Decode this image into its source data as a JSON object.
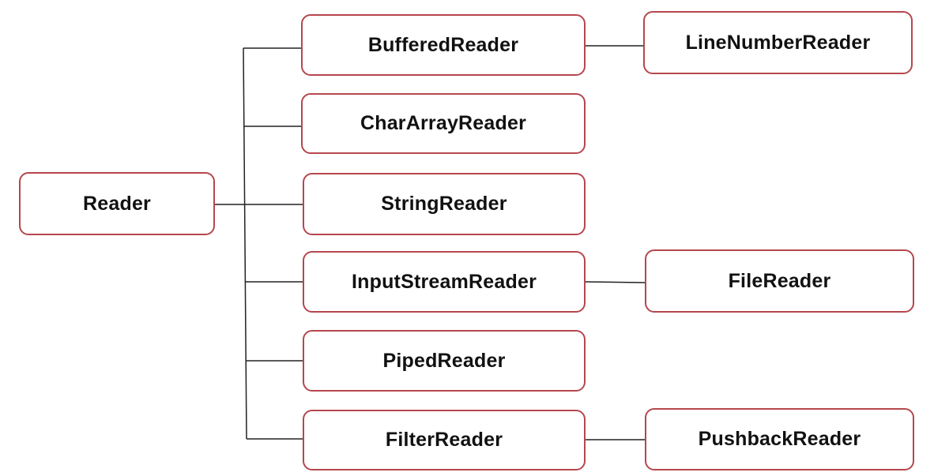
{
  "diagram": {
    "root": {
      "label": "Reader"
    },
    "children": [
      {
        "label": "BufferedReader",
        "child": {
          "label": "LineNumberReader"
        }
      },
      {
        "label": "CharArrayReader"
      },
      {
        "label": "StringReader"
      },
      {
        "label": "InputStreamReader",
        "child": {
          "label": "FileReader"
        }
      },
      {
        "label": "PipedReader"
      },
      {
        "label": "FilterReader",
        "child": {
          "label": "PushbackReader"
        }
      }
    ],
    "colors": {
      "node_border": "#b5474d",
      "connector": "#222222",
      "text": "#111111"
    }
  }
}
